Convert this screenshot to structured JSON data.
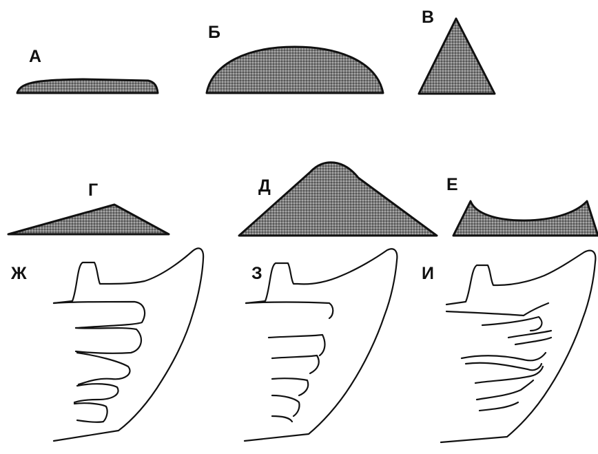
{
  "figure": {
    "labels": {
      "a": "А",
      "b": "Б",
      "v": "В",
      "g": "Г",
      "d": "Д",
      "e": "Е",
      "zh": "Ж",
      "z": "З",
      "i": "И"
    },
    "colors": {
      "fill_dark": "#6b6b6b",
      "fill_light": "#9a9a9a",
      "stroke": "#111111",
      "background": "#ffffff"
    }
  }
}
